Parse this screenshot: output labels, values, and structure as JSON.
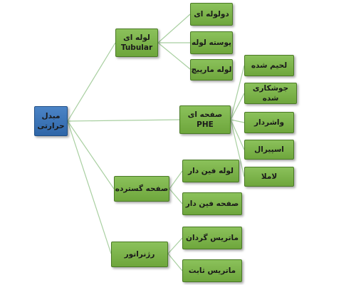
{
  "root": {
    "label": "مبدل حرارتی"
  },
  "branches": {
    "tubular": {
      "line1": "لوله ای",
      "line2": "Tubular",
      "children": [
        "دولوله ای",
        "پوسته لوله",
        "لوله مارپیچ"
      ]
    },
    "phe": {
      "line1": "صفحه ای",
      "line2": "PHE",
      "children": [
        "لحیم شده",
        "جوشکاری شده",
        "واشردار",
        "اسپیرال",
        "لاملا"
      ]
    },
    "extended": {
      "label": "صفحه گسترده",
      "children": [
        "لوله فین دار",
        "صفحه فین دار"
      ]
    },
    "regenerator": {
      "label": "رژنراتور",
      "children": [
        "ماتریس گردان",
        "ماتریس ثابت"
      ]
    }
  },
  "colors": {
    "node_green": "#7cb54c",
    "node_blue": "#3b74b8",
    "connector": "#a8cfa0"
  }
}
